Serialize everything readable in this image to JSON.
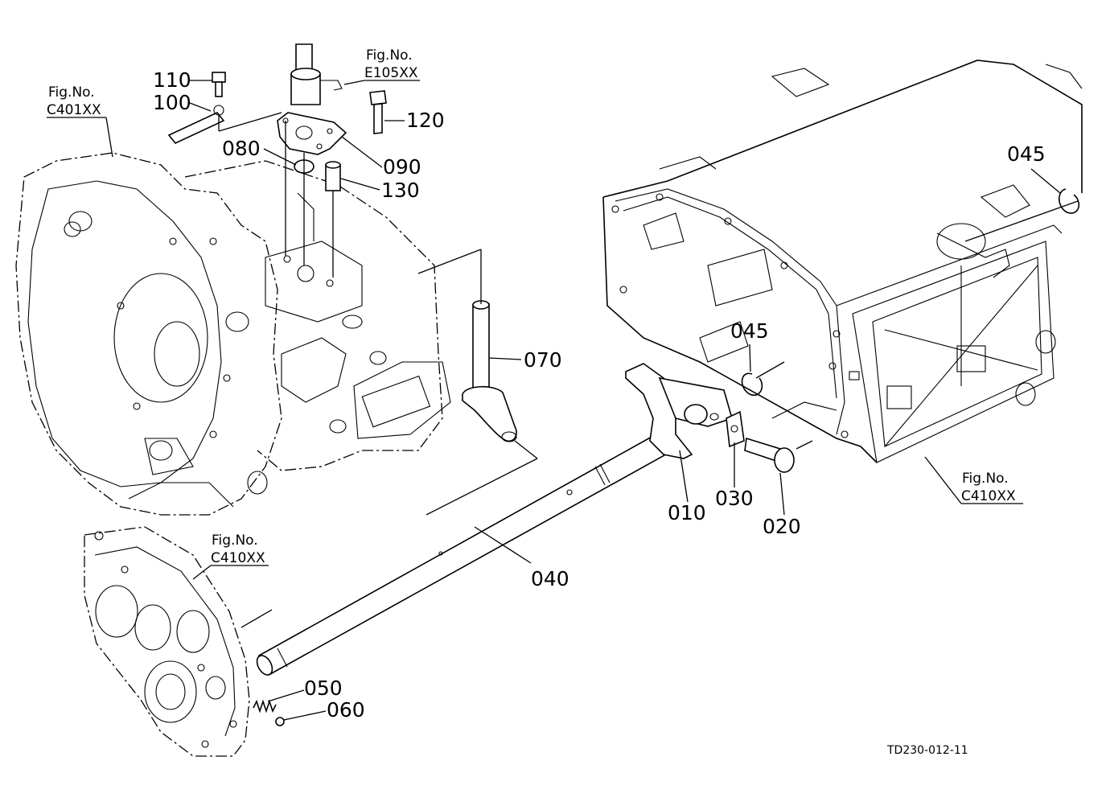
{
  "figure_code": "TD230-012-11",
  "fig_refs": {
    "c401": {
      "heading": "Fig.No.",
      "code": "C401XX"
    },
    "e105": {
      "heading": "Fig.No.",
      "code": "E105XX"
    },
    "c410_left": {
      "heading": "Fig.No.",
      "code": "C410XX"
    },
    "c410_right": {
      "heading": "Fig.No.",
      "code": "C410XX"
    }
  },
  "parts": {
    "p010": "010",
    "p020": "020",
    "p030": "030",
    "p040": "040",
    "p045_a": "045",
    "p045_b": "045",
    "p050": "050",
    "p060": "060",
    "p070": "070",
    "p080": "080",
    "p090": "090",
    "p100": "100",
    "p110": "110",
    "p120": "120",
    "p130": "130"
  }
}
